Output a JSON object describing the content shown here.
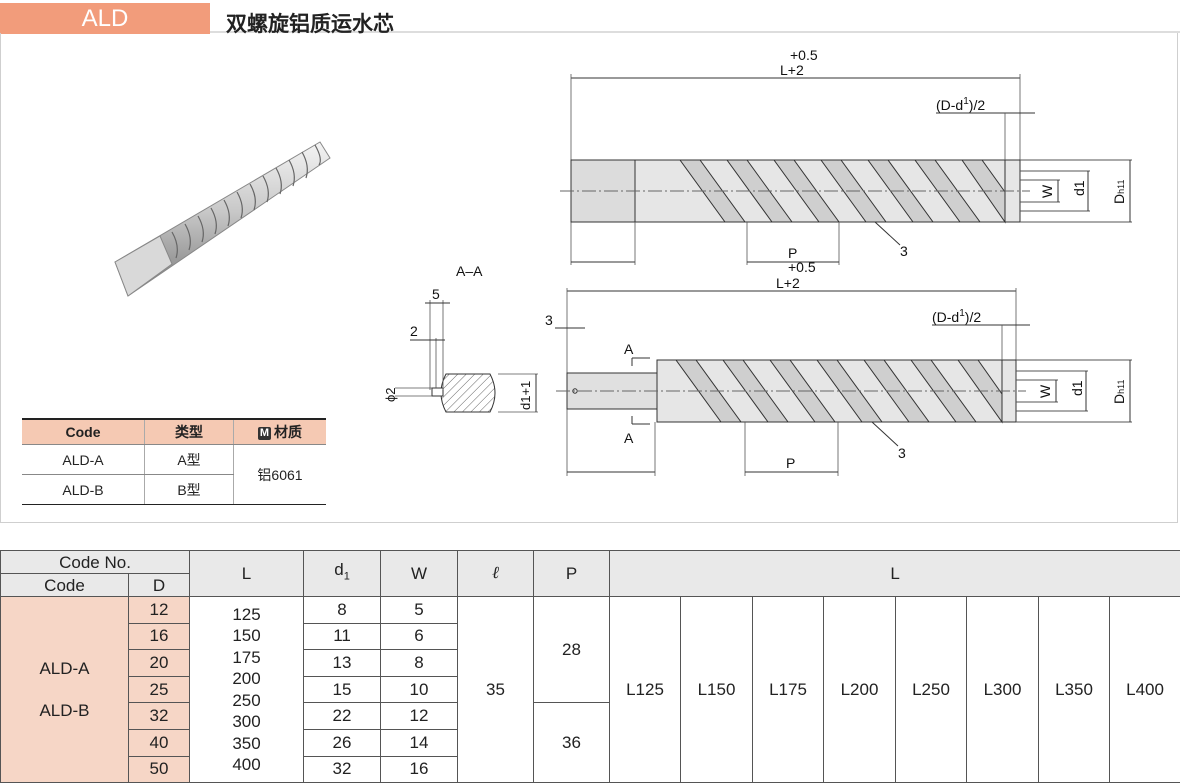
{
  "header": {
    "badge": "ALD",
    "title": "双螺旋铝质运水芯"
  },
  "drawing": {
    "top_len_tol": "+0.5",
    "top_len": "L+2",
    "top_offset": "(D-d",
    "top_offset_sup": "1",
    "top_offset_end": ")/2",
    "w": "W",
    "d1": "d1",
    "dh": "D",
    "dh_sub": "h11",
    "p": "P",
    "three": "3",
    "bot_len_tol": "+0.5",
    "bot_len": "L+2",
    "bot_three": "3",
    "section_title": "A–A",
    "sec_5": "5",
    "sec_2": "2",
    "sec_phi2": "ϕ2",
    "sec_d1": "d1+1",
    "cut_a": "A"
  },
  "code_table": {
    "headers": [
      "Code",
      "类型",
      "材质"
    ],
    "material_badge": "M",
    "rows": [
      {
        "code": "ALD-A",
        "type": "A型"
      },
      {
        "code": "ALD-B",
        "type": "B型"
      }
    ],
    "material": "铝6061"
  },
  "spec_table": {
    "headers": {
      "code_no": "Code No.",
      "code": "Code",
      "d": "D",
      "l": "L",
      "d1": "d",
      "d1_sub": "1",
      "w": "W",
      "ell": "ℓ",
      "p": "P",
      "l_sel": "L"
    },
    "codes": [
      "ALD-A",
      "ALD-B"
    ],
    "d_values": [
      "12",
      "16",
      "20",
      "25",
      "32",
      "40",
      "50"
    ],
    "l_values": [
      "125",
      "150",
      "175",
      "200",
      "250",
      "300",
      "350",
      "400"
    ],
    "d1_values": [
      "8",
      "11",
      "13",
      "15",
      "22",
      "26",
      "32"
    ],
    "w_values": [
      "5",
      "6",
      "8",
      "10",
      "12",
      "14",
      "16"
    ],
    "ell": "35",
    "p_values": [
      "28",
      "36"
    ],
    "l_options": [
      "L125",
      "L150",
      "L175",
      "L200",
      "L250",
      "L300",
      "L350",
      "L400"
    ]
  }
}
